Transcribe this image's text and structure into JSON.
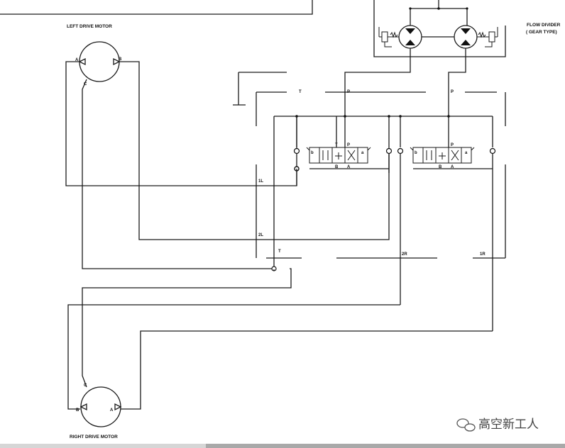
{
  "labels": {
    "left_motor": "LEFT DRIVE MOTOR",
    "right_motor": "RIGHT DRIVE MOTOR",
    "flow_divider_1": "FLOW DIVIDER",
    "flow_divider_2": "( GEAR TYPE)"
  },
  "ports": {
    "lm_a": "A",
    "lm_b": "B",
    "lm_c": "C",
    "rm_a": "A",
    "rm_b": "B",
    "rm_c": "C",
    "top_t": "T",
    "top_p1": "P",
    "top_p2": "P",
    "v1_t": "T",
    "v1_p": "P",
    "v1_b": "B",
    "v1_a": "A",
    "v1_sol_b": "b",
    "v1_sol_a": "a",
    "v2_p": "P",
    "v2_b": "B",
    "v2_a": "A",
    "v2_sol_b": "b",
    "v2_sol_a": "a",
    "l1": "1L",
    "l2": "2L",
    "bot_t": "T",
    "r2": "2R",
    "r1": "1R"
  },
  "watermark": {
    "text": "高空新工人",
    "icon": "wechat-icon"
  }
}
